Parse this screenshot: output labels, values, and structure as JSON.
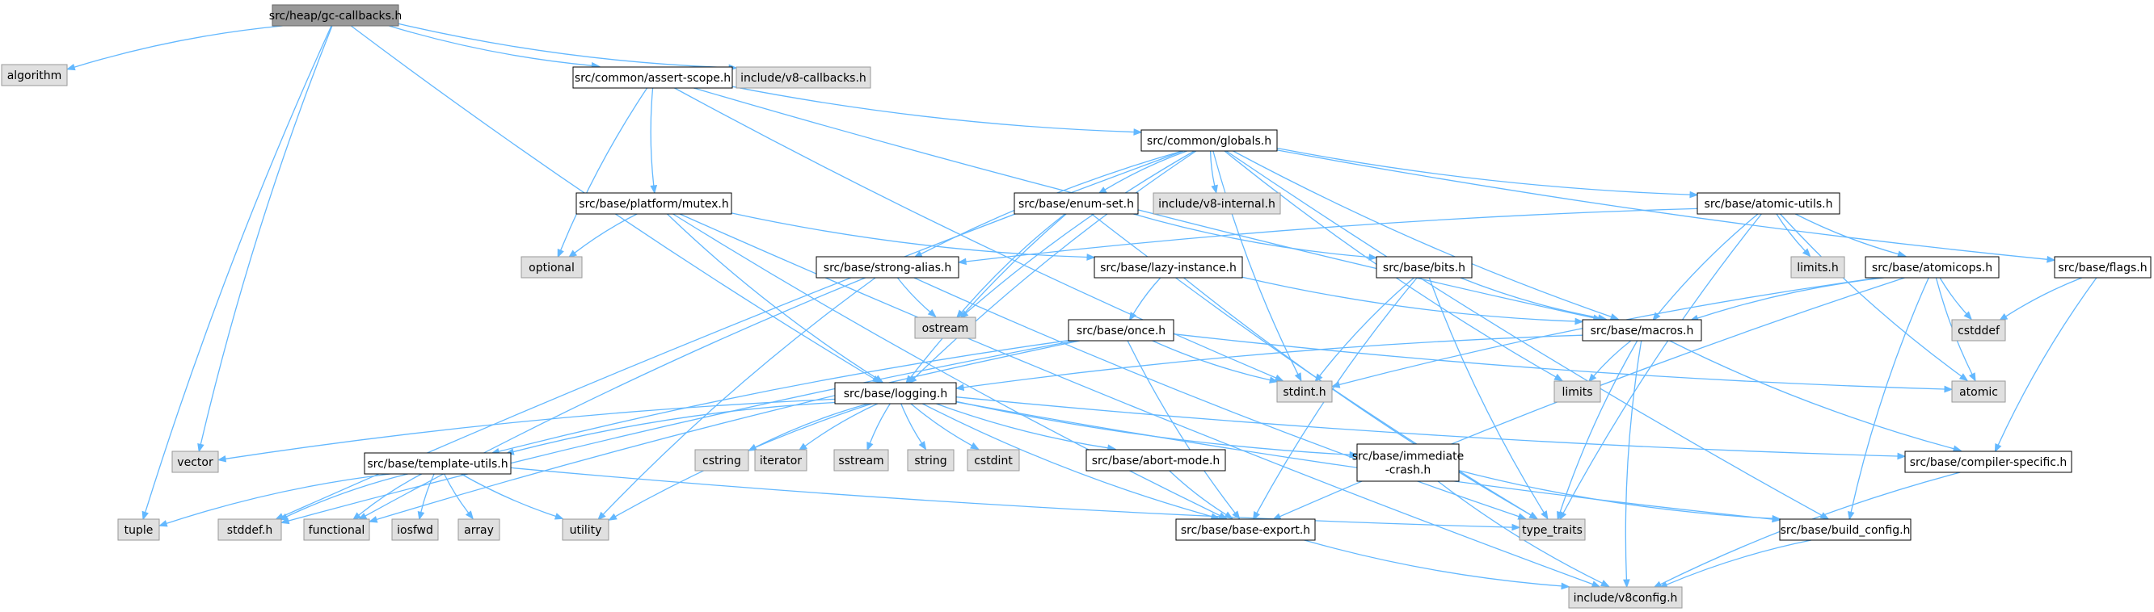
{
  "diagram": {
    "nodes": [
      {
        "id": "root",
        "label": "src/heap/gc-callbacks.h",
        "kind": "root"
      },
      {
        "id": "algorithm",
        "label": "algorithm",
        "kind": "system"
      },
      {
        "id": "assert_scope",
        "label": "src/common/assert-scope.h",
        "kind": "local"
      },
      {
        "id": "v8_callbacks",
        "label": "include/v8-callbacks.h",
        "kind": "system"
      },
      {
        "id": "globals",
        "label": "src/common/globals.h",
        "kind": "local"
      },
      {
        "id": "mutex",
        "label": "src/base/platform/mutex.h",
        "kind": "local"
      },
      {
        "id": "enum_set",
        "label": "src/base/enum-set.h",
        "kind": "local"
      },
      {
        "id": "v8_internal",
        "label": "include/v8-internal.h",
        "kind": "system"
      },
      {
        "id": "atomic_utils",
        "label": "src/base/atomic-utils.h",
        "kind": "local"
      },
      {
        "id": "optional",
        "label": "optional",
        "kind": "system"
      },
      {
        "id": "strong_alias",
        "label": "src/base/strong-alias.h",
        "kind": "local"
      },
      {
        "id": "lazy_instance",
        "label": "src/base/lazy-instance.h",
        "kind": "local"
      },
      {
        "id": "bits",
        "label": "src/base/bits.h",
        "kind": "local"
      },
      {
        "id": "limits_h",
        "label": "limits.h",
        "kind": "system"
      },
      {
        "id": "atomicops",
        "label": "src/base/atomicops.h",
        "kind": "local"
      },
      {
        "id": "flags",
        "label": "src/base/flags.h",
        "kind": "local"
      },
      {
        "id": "ostream",
        "label": "ostream",
        "kind": "system"
      },
      {
        "id": "once",
        "label": "src/base/once.h",
        "kind": "local"
      },
      {
        "id": "macros",
        "label": "src/base/macros.h",
        "kind": "local"
      },
      {
        "id": "cstddef",
        "label": "cstddef",
        "kind": "system"
      },
      {
        "id": "logging",
        "label": "src/base/logging.h",
        "kind": "local"
      },
      {
        "id": "stdint",
        "label": "stdint.h",
        "kind": "system"
      },
      {
        "id": "limits",
        "label": "limits",
        "kind": "system"
      },
      {
        "id": "atomic",
        "label": "atomic",
        "kind": "system"
      },
      {
        "id": "vector",
        "label": "vector",
        "kind": "system"
      },
      {
        "id": "template_utils",
        "label": "src/base/template-utils.h",
        "kind": "local"
      },
      {
        "id": "cstring",
        "label": "cstring",
        "kind": "system"
      },
      {
        "id": "iterator",
        "label": "iterator",
        "kind": "system"
      },
      {
        "id": "sstream",
        "label": "sstream",
        "kind": "system"
      },
      {
        "id": "string",
        "label": "string",
        "kind": "system"
      },
      {
        "id": "cstdint",
        "label": "cstdint",
        "kind": "system"
      },
      {
        "id": "abort_mode",
        "label": "src/base/abort-mode.h",
        "kind": "local"
      },
      {
        "id": "immediate_crash",
        "label": "src/base/immediate\n-crash.h",
        "kind": "local"
      },
      {
        "id": "compiler_specific",
        "label": "src/base/compiler-specific.h",
        "kind": "local"
      },
      {
        "id": "tuple",
        "label": "tuple",
        "kind": "system"
      },
      {
        "id": "stddef",
        "label": "stddef.h",
        "kind": "system"
      },
      {
        "id": "functional",
        "label": "functional",
        "kind": "system"
      },
      {
        "id": "iosfwd",
        "label": "iosfwd",
        "kind": "system"
      },
      {
        "id": "array",
        "label": "array",
        "kind": "system"
      },
      {
        "id": "utility",
        "label": "utility",
        "kind": "system"
      },
      {
        "id": "base_export",
        "label": "src/base/base-export.h",
        "kind": "local"
      },
      {
        "id": "type_traits",
        "label": "type_traits",
        "kind": "system"
      },
      {
        "id": "build_config",
        "label": "src/base/build_config.h",
        "kind": "local"
      },
      {
        "id": "v8config",
        "label": "include/v8config.h",
        "kind": "system"
      }
    ],
    "edges": [
      [
        "root",
        "algorithm"
      ],
      [
        "root",
        "assert_scope"
      ],
      [
        "root",
        "v8_callbacks"
      ],
      [
        "root",
        "tuple"
      ],
      [
        "root",
        "vector"
      ],
      [
        "root",
        "logging"
      ],
      [
        "assert_scope",
        "optional"
      ],
      [
        "assert_scope",
        "mutex"
      ],
      [
        "assert_scope",
        "globals"
      ],
      [
        "assert_scope",
        "macros"
      ],
      [
        "assert_scope",
        "stdint"
      ],
      [
        "globals",
        "stddef"
      ],
      [
        "globals",
        "ostream"
      ],
      [
        "globals",
        "strong_alias"
      ],
      [
        "globals",
        "logging"
      ],
      [
        "globals",
        "enum_set"
      ],
      [
        "globals",
        "v8_internal"
      ],
      [
        "globals",
        "stdint"
      ],
      [
        "globals",
        "limits"
      ],
      [
        "globals",
        "macros"
      ],
      [
        "globals",
        "atomic_utils"
      ],
      [
        "globals",
        "flags"
      ],
      [
        "globals",
        "build_config"
      ],
      [
        "mutex",
        "optional"
      ],
      [
        "mutex",
        "lazy_instance"
      ],
      [
        "mutex",
        "logging"
      ],
      [
        "mutex",
        "base_export"
      ],
      [
        "mutex",
        "v8config"
      ],
      [
        "enum_set",
        "ostream"
      ],
      [
        "enum_set",
        "logging"
      ],
      [
        "enum_set",
        "bits"
      ],
      [
        "enum_set",
        "type_traits"
      ],
      [
        "atomic_utils",
        "strong_alias"
      ],
      [
        "atomic_utils",
        "limits_h"
      ],
      [
        "atomic_utils",
        "atomicops"
      ],
      [
        "atomic_utils",
        "macros"
      ],
      [
        "atomic_utils",
        "atomic"
      ],
      [
        "atomic_utils",
        "type_traits"
      ],
      [
        "strong_alias",
        "ostream"
      ],
      [
        "strong_alias",
        "functional"
      ],
      [
        "strong_alias",
        "utility"
      ],
      [
        "strong_alias",
        "type_traits"
      ],
      [
        "lazy_instance",
        "once"
      ],
      [
        "lazy_instance",
        "macros"
      ],
      [
        "lazy_instance",
        "type_traits"
      ],
      [
        "bits",
        "macros"
      ],
      [
        "bits",
        "stdint"
      ],
      [
        "bits",
        "base_export"
      ],
      [
        "bits",
        "type_traits"
      ],
      [
        "atomicops",
        "macros"
      ],
      [
        "atomicops",
        "stdint"
      ],
      [
        "atomicops",
        "cstddef"
      ],
      [
        "atomicops",
        "atomic"
      ],
      [
        "atomicops",
        "base_export"
      ],
      [
        "atomicops",
        "build_config"
      ],
      [
        "flags",
        "cstddef"
      ],
      [
        "flags",
        "compiler_specific"
      ],
      [
        "once",
        "stddef"
      ],
      [
        "once",
        "functional"
      ],
      [
        "once",
        "template_utils"
      ],
      [
        "once",
        "stdint"
      ],
      [
        "once",
        "atomic"
      ],
      [
        "once",
        "base_export"
      ],
      [
        "macros",
        "logging"
      ],
      [
        "macros",
        "limits"
      ],
      [
        "macros",
        "type_traits"
      ],
      [
        "macros",
        "compiler_specific"
      ],
      [
        "macros",
        "v8config"
      ],
      [
        "logging",
        "vector"
      ],
      [
        "logging",
        "template_utils"
      ],
      [
        "logging",
        "cstring"
      ],
      [
        "logging",
        "iterator"
      ],
      [
        "logging",
        "sstream"
      ],
      [
        "logging",
        "string"
      ],
      [
        "logging",
        "cstdint"
      ],
      [
        "logging",
        "abort_mode"
      ],
      [
        "logging",
        "immediate_crash"
      ],
      [
        "logging",
        "compiler_specific"
      ],
      [
        "logging",
        "utility"
      ],
      [
        "logging",
        "base_export"
      ],
      [
        "logging",
        "build_config"
      ],
      [
        "template_utils",
        "tuple"
      ],
      [
        "template_utils",
        "stddef"
      ],
      [
        "template_utils",
        "functional"
      ],
      [
        "template_utils",
        "iosfwd"
      ],
      [
        "template_utils",
        "array"
      ],
      [
        "template_utils",
        "utility"
      ],
      [
        "template_utils",
        "type_traits"
      ],
      [
        "abort_mode",
        "base_export"
      ],
      [
        "immediate_crash",
        "build_config"
      ],
      [
        "immediate_crash",
        "v8config"
      ],
      [
        "compiler_specific",
        "v8config"
      ],
      [
        "base_export",
        "v8config"
      ],
      [
        "build_config",
        "v8config"
      ]
    ]
  },
  "colors": {
    "root_fill": "#999999",
    "root_stroke": "#666666",
    "local_fill": "#ffffff",
    "local_stroke": "#000000",
    "system_fill": "#e0e0e0",
    "system_stroke": "#999999",
    "edge": "#63b8ff"
  }
}
